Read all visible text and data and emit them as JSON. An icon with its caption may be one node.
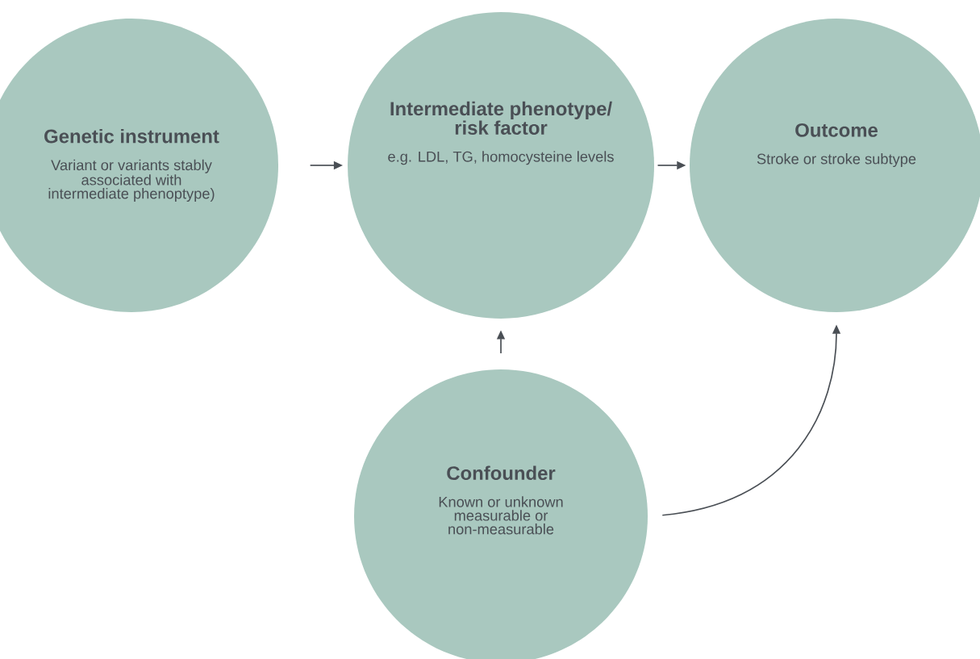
{
  "diagram": {
    "nodes": [
      {
        "text": [
          "Genetic instrument",
          "Variant or variants stably associated with intermediate phenoptype)"
        ]
      },
      {
        "text": [
          "Intermediate phenotype/ risk factor",
          "e.g. LDL, TG, homocysteine levels"
        ]
      },
      {
        "text": [
          "Outcome",
          "Stroke or stroke subtype"
        ]
      },
      {
        "text": [
          "Confounder",
          "Known or unknown measurable or non-measurable"
        ]
      }
    ],
    "edges": [
      {
        "from": 0,
        "to": 1,
        "arrow": "to"
      },
      {
        "from": 1,
        "to": 2,
        "arrow": "to"
      },
      {
        "from": 3,
        "to": 1,
        "arrow": "to"
      },
      {
        "from": 3,
        "to": 2,
        "arrow": "to"
      }
    ]
  }
}
